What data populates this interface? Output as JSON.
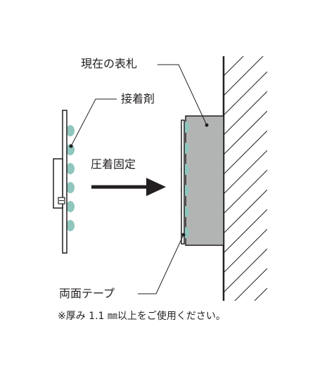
{
  "labels": {
    "current_plate": "現在の表札",
    "adhesive": "接着剤",
    "press_fix": "圧着固定",
    "double_sided_tape": "両面テープ"
  },
  "note": "※厚み 1.1 ㎜以上をご使用ください。",
  "colors": {
    "line": "#231f20",
    "plate_fill": "#b2b4b4",
    "adhesive_fill": "#8fc6bd"
  }
}
